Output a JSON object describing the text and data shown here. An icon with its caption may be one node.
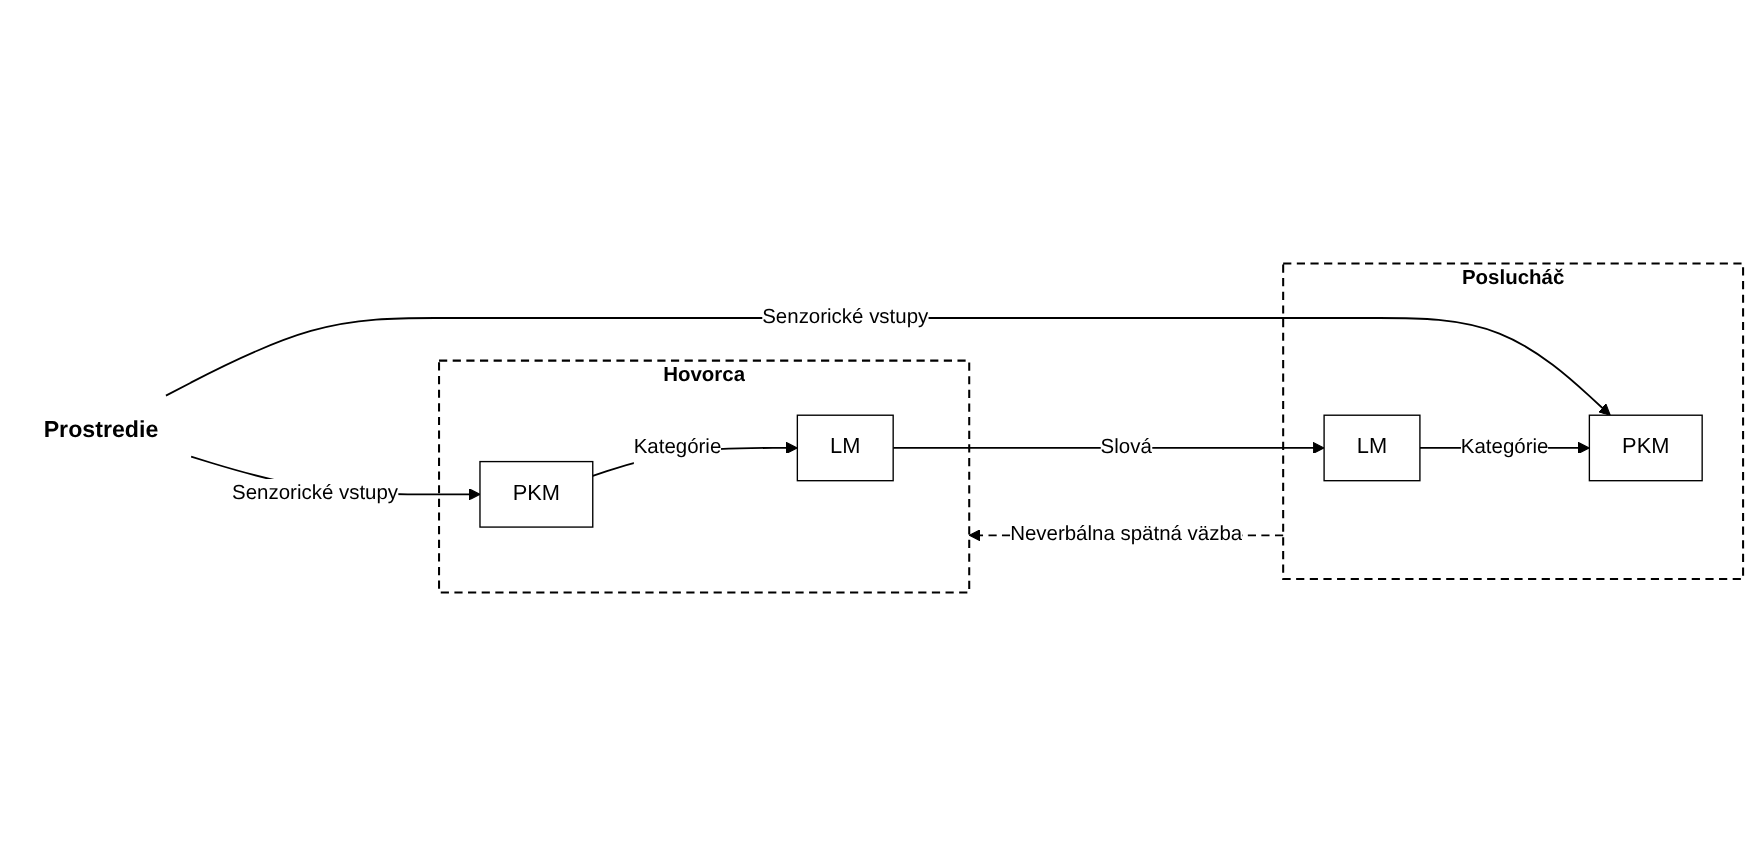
{
  "diagram": {
    "nodes": [
      {
        "text": [
          "Hovorca"
        ]
      },
      {
        "text": [
          "PKM"
        ],
        "in": 0
      },
      {
        "text": [
          "LM"
        ],
        "in": 0
      },
      {
        "text": [
          "Prostredie"
        ]
      },
      {
        "text": [
          "Poslucháč"
        ]
      },
      {
        "text": [
          "PKM"
        ],
        "in": 4
      },
      {
        "text": [
          "LM"
        ],
        "in": 4
      }
    ],
    "edges": [
      {
        "from": 4,
        "to": 0,
        "arrow": "to",
        "style": "dashed",
        "label": "Neverbálna spätná väzba"
      },
      {
        "from": 3,
        "to": 1,
        "arrow": "to",
        "label": "Senzorické vstupy"
      },
      {
        "from": 3,
        "to": 5,
        "arrow": "to",
        "label": "Senzorické vstupy"
      },
      {
        "from": 1,
        "to": 2,
        "arrow": "to",
        "label": "Kategórie"
      },
      {
        "from": 2,
        "to": 6,
        "arrow": "to",
        "label": "Slová"
      },
      {
        "from": 6,
        "to": 5,
        "arrow": "to",
        "label": "Kategórie"
      }
    ]
  }
}
